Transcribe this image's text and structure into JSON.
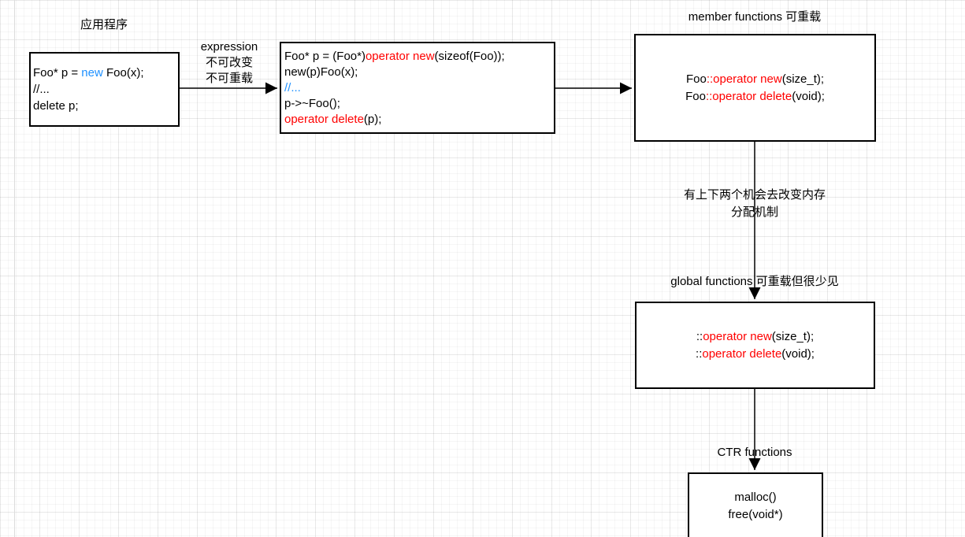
{
  "colors": {
    "red": "#FF0000",
    "blue": "#1E90FF",
    "line": "#000000",
    "background": "#FFFFFF"
  },
  "labels": {
    "app": "应用程序",
    "expression_arrow": [
      "expression",
      "不可改变",
      "不可重载"
    ],
    "member": "member functions 可重载",
    "between": [
      "有上下两个机会去改变内存",
      "分配机制"
    ],
    "global": "global functions 可重载但很少见",
    "ctr": "CTR functions"
  },
  "boxes": {
    "app": {
      "lines": [
        [
          {
            "t": "Foo* p = ",
            "c": "black"
          },
          {
            "t": "new",
            "c": "blue"
          },
          {
            "t": " Foo(x);",
            "c": "black"
          }
        ],
        [
          {
            "t": "//...",
            "c": "black"
          }
        ],
        [
          {
            "t": "delete p;",
            "c": "black"
          }
        ]
      ]
    },
    "expanded": {
      "lines": [
        [
          {
            "t": "Foo* p = (Foo*)",
            "c": "black"
          },
          {
            "t": "operator new",
            "c": "red"
          },
          {
            "t": "(sizeof(Foo));",
            "c": "black"
          }
        ],
        [
          {
            "t": "new(p)Foo(x);",
            "c": "black"
          }
        ],
        [
          {
            "t": "//...",
            "c": "blue"
          }
        ],
        [
          {
            "t": "p->~Foo();",
            "c": "black"
          }
        ],
        [
          {
            "t": "operator delete",
            "c": "red"
          },
          {
            "t": "(p);",
            "c": "black"
          }
        ]
      ]
    },
    "member": {
      "lines": [
        [
          {
            "t": "Foo",
            "c": "black"
          },
          {
            "t": "::operator new",
            "c": "red"
          },
          {
            "t": "(size_t);",
            "c": "black"
          }
        ],
        [
          {
            "t": "Foo",
            "c": "black"
          },
          {
            "t": "::operator delete",
            "c": "red"
          },
          {
            "t": "(void);",
            "c": "black"
          }
        ]
      ]
    },
    "global": {
      "lines": [
        [
          {
            "t": "::",
            "c": "black"
          },
          {
            "t": "operator new",
            "c": "red"
          },
          {
            "t": "(size_t);",
            "c": "black"
          }
        ],
        [
          {
            "t": "::",
            "c": "black"
          },
          {
            "t": "operator delete",
            "c": "red"
          },
          {
            "t": "(void);",
            "c": "black"
          }
        ]
      ]
    },
    "ctr": {
      "lines": [
        [
          {
            "t": "malloc()",
            "c": "black"
          }
        ],
        [
          {
            "t": "free(void*)",
            "c": "black"
          }
        ]
      ]
    }
  }
}
